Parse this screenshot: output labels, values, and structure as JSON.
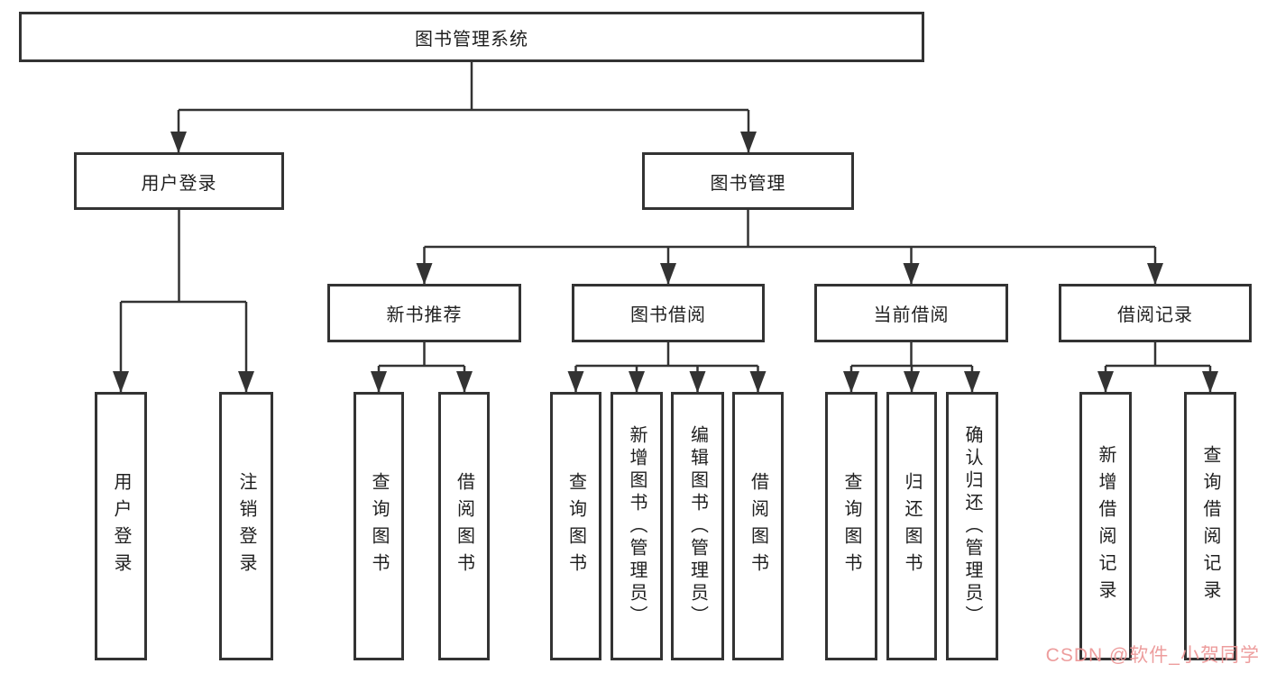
{
  "colors": {
    "line": "#333333",
    "box_background": "#ffffff",
    "text": "#1f1f1f",
    "watermark": "#ec9898"
  },
  "watermark": {
    "text": "CSDN @软件_小贺同学"
  },
  "tree": {
    "root": "图书管理系统",
    "branches": [
      {
        "label": "用户登录",
        "children": [
          "用户登录",
          "注销登录"
        ]
      },
      {
        "label": "图书管理",
        "groups": [
          {
            "label": "新书推荐",
            "children": [
              "查询图书",
              "借阅图书"
            ]
          },
          {
            "label": "图书借阅",
            "children": [
              "查询图书",
              "新增图书（管理员）",
              "编辑图书（管理员）",
              "借阅图书"
            ]
          },
          {
            "label": "当前借阅",
            "children": [
              "查询图书",
              "归还图书",
              "确认归还（管理员）"
            ]
          },
          {
            "label": "借阅记录",
            "children": [
              "新增借阅记录",
              "查询借阅记录"
            ]
          }
        ]
      }
    ]
  }
}
